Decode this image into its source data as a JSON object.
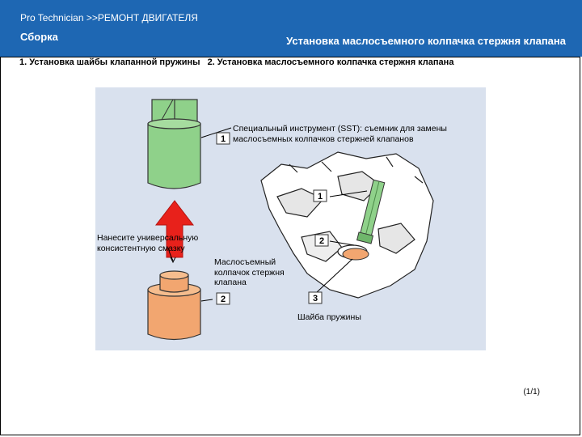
{
  "header": {
    "breadcrumb": "Pro Technician >>РЕМОНТ ДВИГАТЕЛЯ",
    "section": "Сборка",
    "title": "Установка маслосъемного колпачка стержня клапана"
  },
  "steps": [
    "1. Установка шайбы клапанной пружины",
    "2. Установка маслосъемного колпачка стержня клапана"
  ],
  "labels": {
    "sst": "Специальный инструмент (SST): съемник для замены маслосъемных колпачков стержней клапанов",
    "grease": "Нанесите универсальную консистентную смазку",
    "seal": "Маслосъемный колпачок стержня клапана",
    "washer": "Шайба пружины"
  },
  "callouts": [
    "1",
    "2",
    "1",
    "2",
    "3"
  ],
  "pager": "(1/1)",
  "colors": {
    "header": "#1e67b3",
    "diagram_bg": "#d9e1ee",
    "tool_green": "#8fd18a",
    "seal_orange": "#f2a670",
    "arrow_red": "#e8211b"
  }
}
